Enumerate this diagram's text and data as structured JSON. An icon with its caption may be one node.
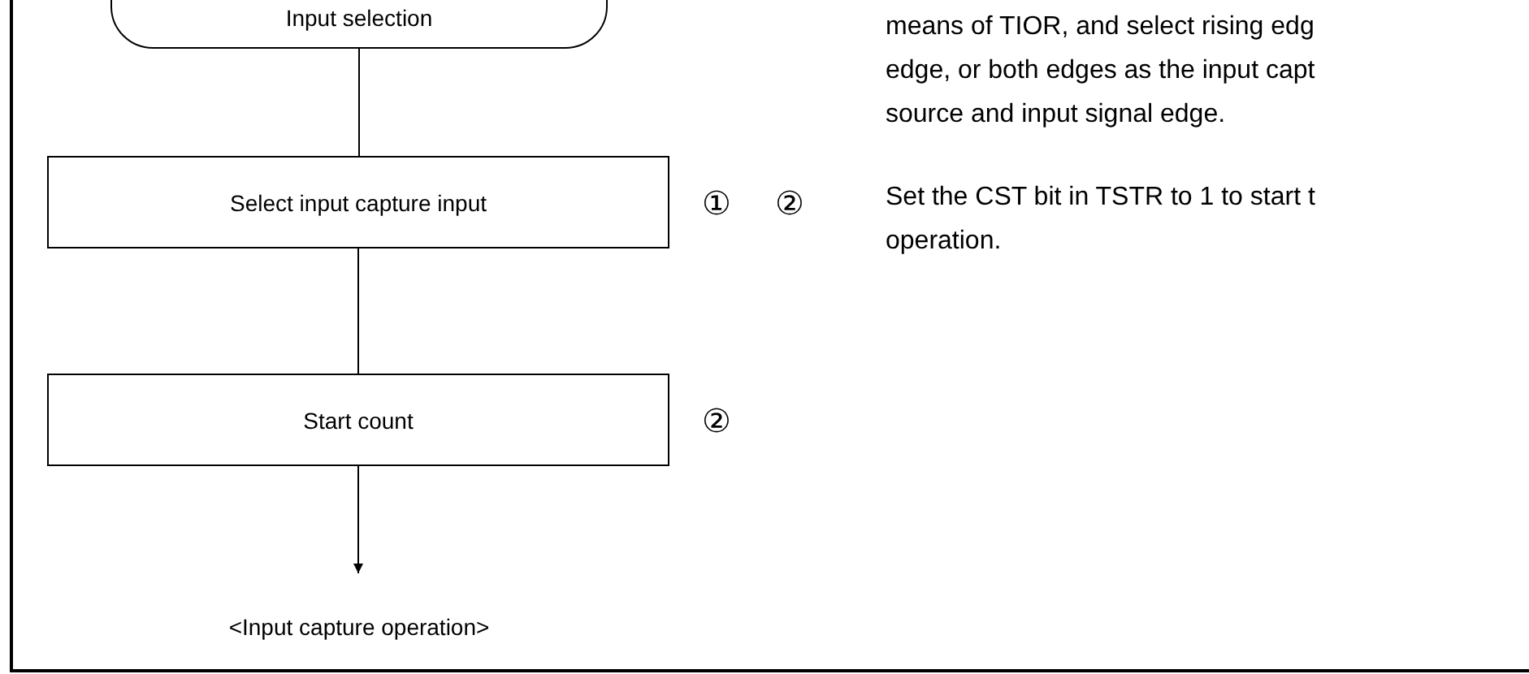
{
  "diagram": {
    "nodes": [
      {
        "text": [
          "Input selection"
        ]
      },
      {
        "text": [
          "Select input capture input"
        ],
        "beside": [
          "①"
        ]
      },
      {
        "text": [
          "Start count"
        ],
        "beside": [
          "②"
        ]
      },
      {
        "text": [
          "<Input capture operation>"
        ]
      }
    ],
    "edges": [
      {
        "from": 0,
        "to": 1,
        "arrow": "none"
      },
      {
        "from": 1,
        "to": 2,
        "arrow": "none"
      },
      {
        "from": 2,
        "to": 3,
        "arrow": "to"
      }
    ],
    "labels": [
      "means of TIOR, and select rising edg",
      "edge, or both edges as the input capt",
      "source and input signal edge.",
      "②",
      "Set the CST bit in TSTR to 1 to start t",
      "operation."
    ]
  }
}
